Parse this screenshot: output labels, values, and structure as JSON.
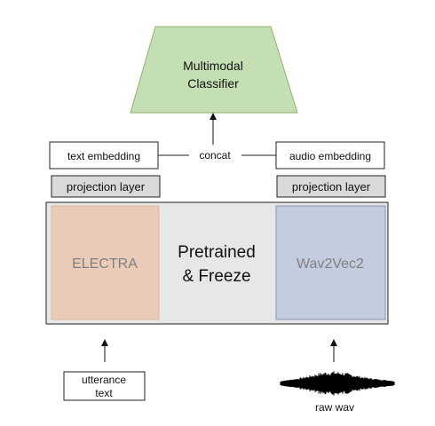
{
  "classifier": {
    "line1": "Multimodal",
    "line2": "Classifier"
  },
  "text_embedding": "text embedding",
  "audio_embedding": "audio embedding",
  "concat": "concat",
  "projection_left": "projection layer",
  "projection_right": "projection layer",
  "encoder_left": "ELECTRA",
  "encoder_right": "Wav2Vec2",
  "center": {
    "line1": "Pretrained",
    "line2": "& Freeze"
  },
  "input_text": {
    "line1": "utterance",
    "line2": "text"
  },
  "input_audio": "raw wav",
  "colors": {
    "classifier_fill": "#c5dfb4",
    "classifier_stroke": "#8fb26f",
    "frozen_panel": "#e7e7e7",
    "electra_fill": "#e9cbb8",
    "wav2vec_fill": "#c4cce0",
    "wav2vec_stroke": "#8796b8",
    "projection_fill": "#d9d9d9"
  }
}
